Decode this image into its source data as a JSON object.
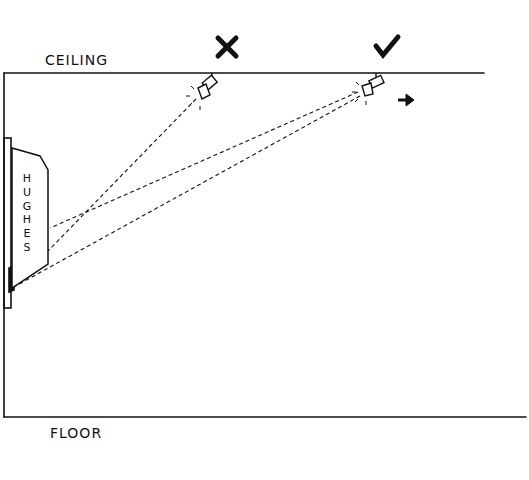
{
  "diagram": {
    "nodes": [
      {
        "text": [
          "HUGHES"
        ]
      }
    ],
    "labels": [
      "CEILING",
      "FLOOR"
    ]
  }
}
